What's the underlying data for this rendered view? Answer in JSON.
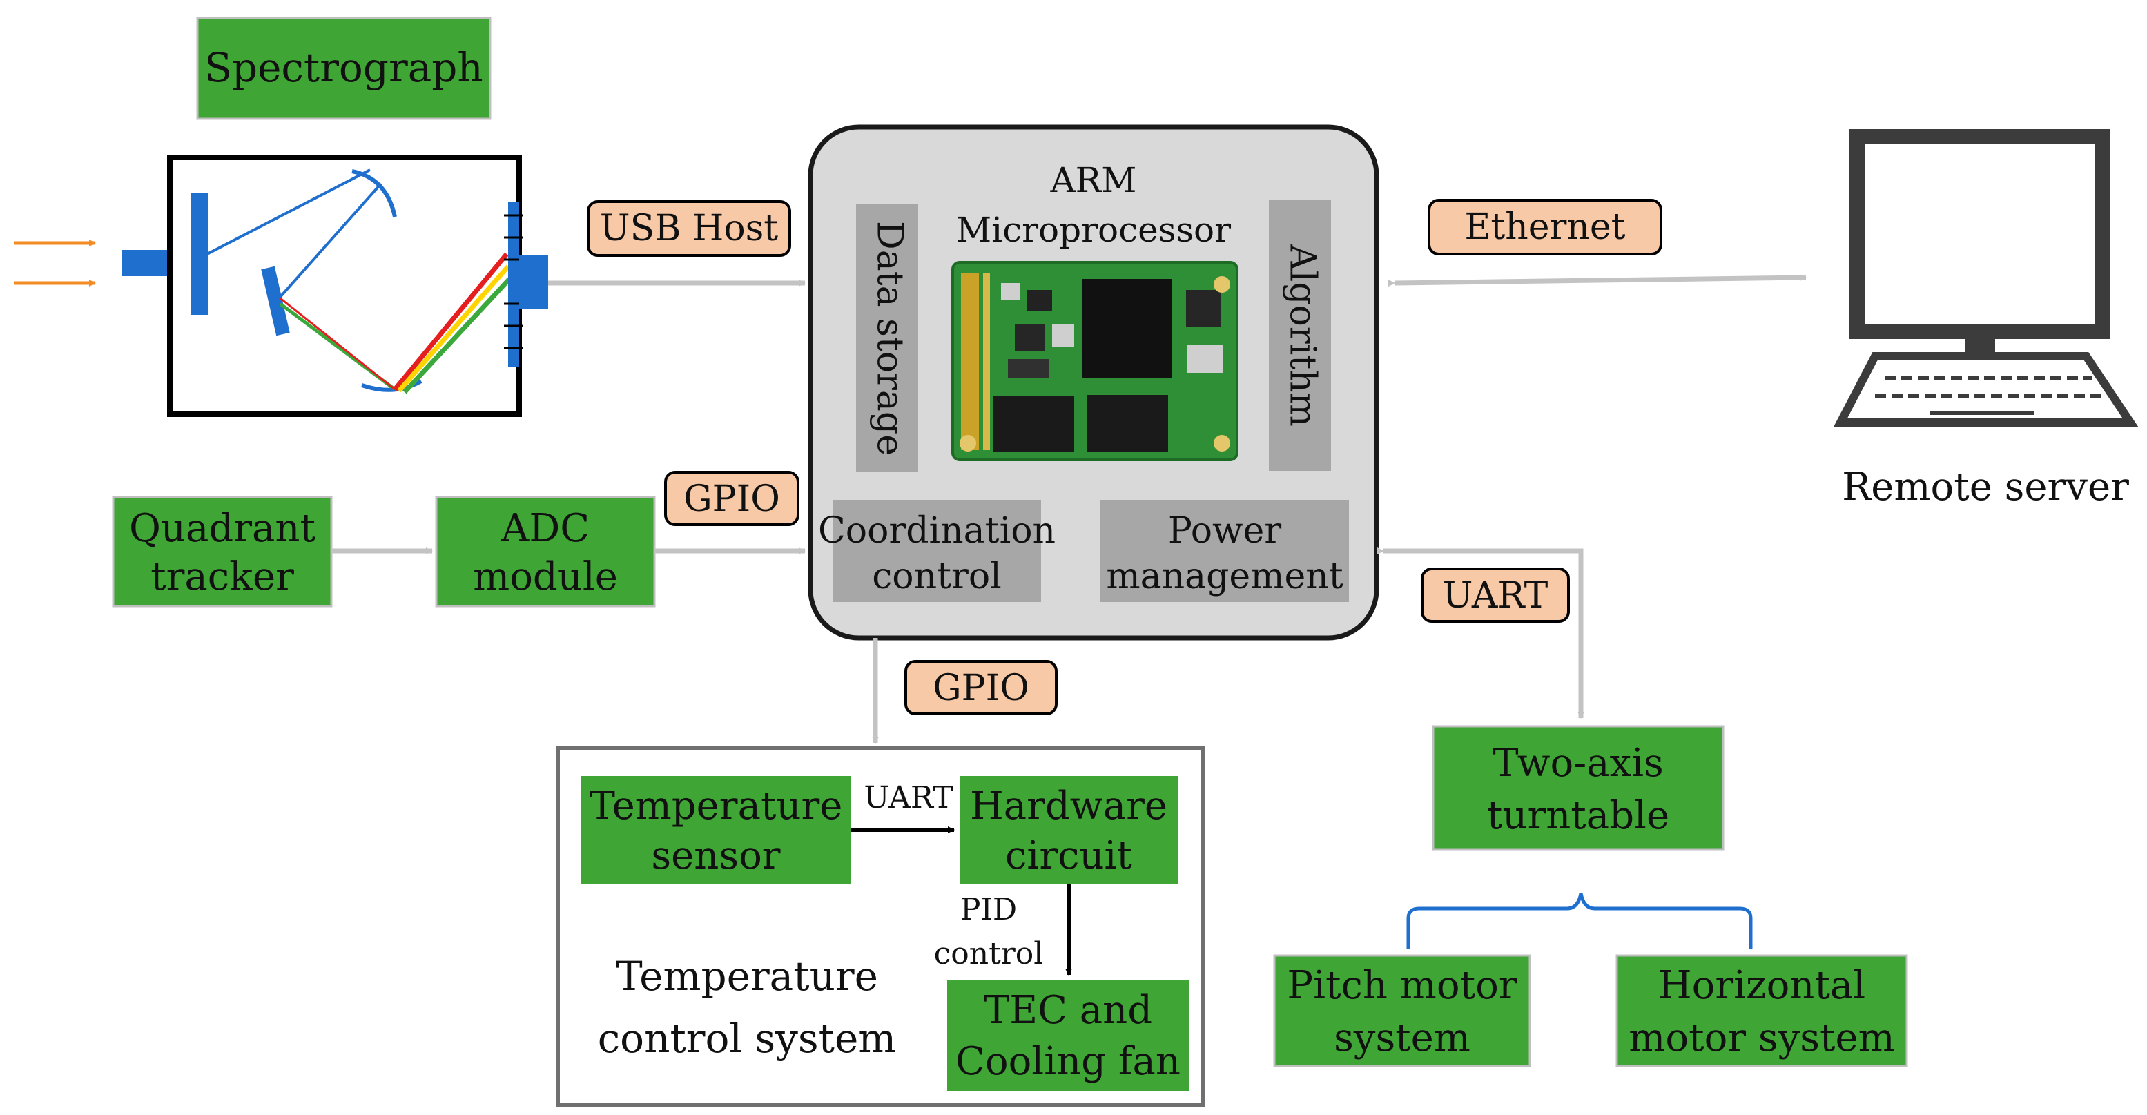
{
  "colors": {
    "green_box": "#3fa535",
    "interface_fill": "#f8c9a6",
    "arrow_gray": "#c3c3c3",
    "arm_fill": "#d9d9d9",
    "arm_inner": "#a7a7a7",
    "optics_blue": "#1f6fcf",
    "light_orange": "#f28b22",
    "spectrum_red": "#e51f1f",
    "spectrum_yellow": "#ffd400",
    "spectrum_green": "#3aa83a",
    "text": "#111111",
    "black": "#000000"
  },
  "labels": {
    "spectrograph": "Spectrograph",
    "arm_line1": "ARM",
    "arm_line2": "Microprocessor",
    "data_storage": "Data storage",
    "algorithm": "Algorithm",
    "coordination_line1": "Coordination",
    "coordination_line2": "control",
    "power_line1": "Power",
    "power_line2": "management",
    "usb_host": "USB Host",
    "ethernet": "Ethernet",
    "gpio_top": "GPIO",
    "gpio_bottom": "GPIO",
    "uart_right": "UART",
    "quadrant_line1": "Quadrant",
    "quadrant_line2": "tracker",
    "adc_line1": "ADC",
    "adc_line2": "module",
    "remote_server": "Remote server",
    "temp_sensor_line1": "Temperature",
    "temp_sensor_line2": "sensor",
    "hardware_line1": "Hardware",
    "hardware_line2": "circuit",
    "uart_inner": "UART",
    "pid_line1": "PID",
    "pid_line2": "control",
    "tec_line1": "TEC and",
    "tec_line2": "Cooling fan",
    "temp_system_line1": "Temperature",
    "temp_system_line2": "control system",
    "turntable_line1": "Two-axis",
    "turntable_line2": "turntable",
    "pitch_line1": "Pitch motor",
    "pitch_line2": "system",
    "horizontal_line1": "Horizontal",
    "horizontal_line2": "motor system"
  },
  "icons": {
    "spectrograph_optics": "spectrograph-optics-icon",
    "pcb_board": "pcb-board-icon",
    "computer": "computer-monitor-icon"
  }
}
